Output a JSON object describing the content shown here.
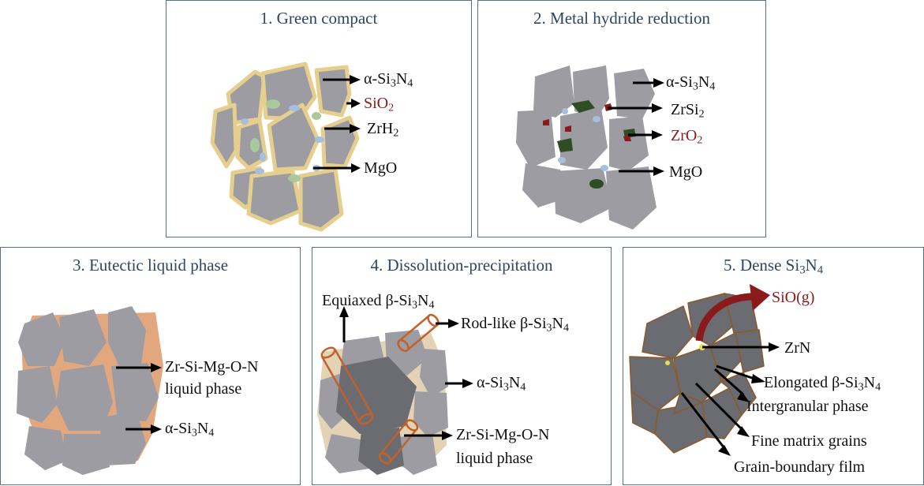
{
  "panels": [
    {
      "title": "1. Green compact",
      "labels": {
        "alpha": {
          "pre": "α-Si",
          "s1": "3",
          "mid": "N",
          "s2": "4"
        },
        "sio2": {
          "pre": "SiO",
          "s1": "2"
        },
        "zrh2": {
          "pre": "ZrH",
          "s1": "2"
        },
        "mgo": "MgO"
      }
    },
    {
      "title": "2. Metal hydride reduction",
      "labels": {
        "alpha": {
          "pre": "α-Si",
          "s1": "3",
          "mid": "N",
          "s2": "4"
        },
        "zrsi2": {
          "pre": "ZrSi",
          "s1": "2"
        },
        "zro2": {
          "pre": "ZrO",
          "s1": "2"
        },
        "mgo": "MgO"
      }
    },
    {
      "title": "3. Eutectic liquid phase",
      "labels": {
        "liquid1": "Zr-Si-Mg-O-N",
        "liquid2": "liquid phase",
        "alpha": {
          "pre": "α-Si",
          "s1": "3",
          "mid": "N",
          "s2": "4"
        }
      }
    },
    {
      "title": "4. Dissolution-precipitation",
      "labels": {
        "equiaxed": {
          "pre": "Equiaxed β-Si",
          "s1": "3",
          "mid": "N",
          "s2": "4"
        },
        "rodlike": {
          "pre": "Rod-like β-Si",
          "s1": "3",
          "mid": "N",
          "s2": "4"
        },
        "alpha": {
          "pre": "α-Si",
          "s1": "3",
          "mid": "N",
          "s2": "4"
        },
        "liquid1": "Zr-Si-Mg-O-N",
        "liquid2": "liquid phase"
      }
    },
    {
      "title_pre": "5. Dense Si",
      "title_s1": "3",
      "title_mid": "N",
      "title_s2": "4",
      "labels": {
        "siog": "SiO(g)",
        "zrn": "ZrN",
        "elongated": {
          "pre": "Elongated β-Si",
          "s1": "3",
          "mid": "N",
          "s2": "4"
        },
        "intergranular": "Intergranular phase",
        "fine": "Fine matrix grains",
        "film": "Grain-boundary film"
      }
    }
  ],
  "colors": {
    "grain": "#9c9ca2",
    "grain_dark": "#6b6b72",
    "binder": "#e6cf8e",
    "sio2_particle": "#a9c99a",
    "mgo_particle": "#a6bfe0",
    "zrsi2_particle": "#2e4d22",
    "zro2_particle": "#8b1a1a",
    "eutectic_liquid": "#e3a77d",
    "liquid_beige": "#e3d2b4",
    "rod": "#c2622b",
    "zrn": "#e8e04a",
    "boundary": "#8a5a2a",
    "siog_arrow": "#8b1a1a"
  }
}
